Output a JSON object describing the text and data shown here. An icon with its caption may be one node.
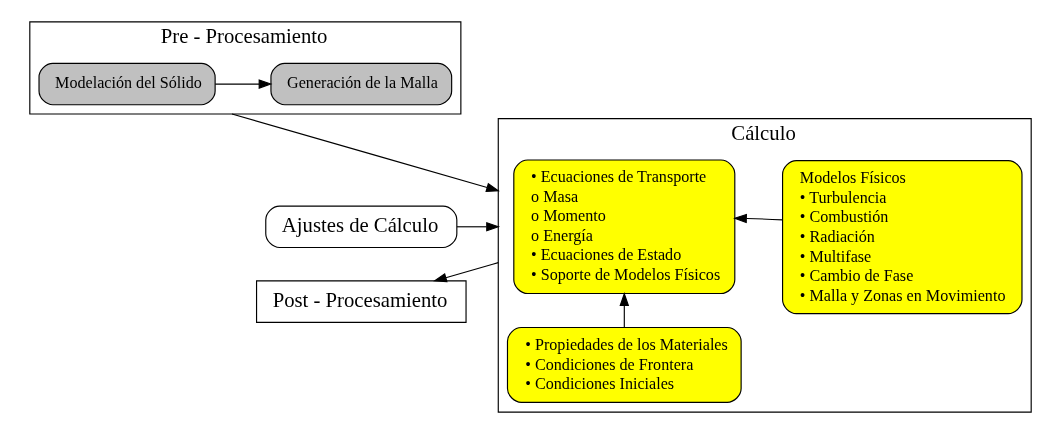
{
  "diagram": {
    "nodes": [
      {
        "text": [
          "Pre - Procesamiento"
        ]
      },
      {
        "text": [
          "Modelación del Sólido"
        ],
        "in": 0
      },
      {
        "text": [
          "Generación de la Malla"
        ],
        "in": 0
      },
      {
        "text": [
          "Ajustes de Cálculo"
        ]
      },
      {
        "text": [
          "Post - Procesamiento"
        ]
      },
      {
        "text": [
          "Cálculo"
        ]
      },
      {
        "text": [
          "• Ecuaciones de Transporte",
          "o Masa",
          "o Momento",
          "o Energía",
          "• Ecuaciones de Estado",
          "• Soporte de Modelos Físicos"
        ],
        "in": 5
      },
      {
        "text": [
          "Modelos Físicos",
          "• Turbulencia",
          "• Combustión",
          "• Radiación",
          "• Multifase",
          "• Cambio de Fase",
          "• Malla y Zonas en Movimiento"
        ],
        "in": 5
      },
      {
        "text": [
          "• Propiedades de los Materiales",
          "• Condiciones de Frontera",
          "• Condiciones Iniciales"
        ],
        "in": 5
      }
    ],
    "edges": [
      {
        "from": 1,
        "to": 2,
        "arrow": "to"
      },
      {
        "from": 0,
        "to": 5,
        "arrow": "to"
      },
      {
        "from": 3,
        "to": 5,
        "arrow": "to"
      },
      {
        "from": 5,
        "to": 4,
        "arrow": "to"
      },
      {
        "from": 7,
        "to": 6,
        "arrow": "to"
      },
      {
        "from": 8,
        "to": 6,
        "arrow": "to"
      }
    ]
  }
}
